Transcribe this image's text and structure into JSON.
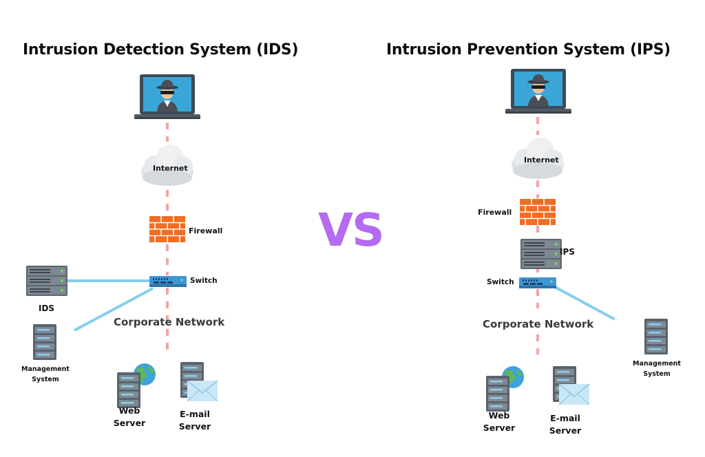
{
  "left": {
    "title": "Intrusion Detection System (IDS)",
    "internet": "Internet",
    "firewall": "Firewall",
    "switch": "Switch",
    "ids": "IDS",
    "network": "Corporate Network",
    "management_line1": "Management",
    "management_line2": "System",
    "web_line1": "Web",
    "web_line2": "Server",
    "email_line1": "E-mail",
    "email_line2": "Server"
  },
  "right": {
    "title": "Intrusion Prevention System (IPS)",
    "internet": "Internet",
    "firewall": "Firewall",
    "ips": "IPS",
    "switch": "Switch",
    "network": "Corporate Network",
    "management_line1": "Management",
    "management_line2": "System",
    "web_line1": "Web",
    "web_line2": "Server",
    "email_line1": "E-mail",
    "email_line2": "Server"
  },
  "vs": "VS",
  "colors": {
    "dash": "#f2a5a5",
    "link": "#86cdee",
    "vs": "#b36bf0",
    "firewall": "#f26d22",
    "switch": "#3f96d6"
  },
  "icons": {
    "laptop": "hacker-laptop-icon",
    "cloud": "cloud-icon",
    "firewall": "firewall-icon",
    "switch": "switch-icon",
    "rack": "server-rack-icon",
    "tower": "server-tower-icon",
    "globe": "globe-icon",
    "mail": "envelope-icon"
  }
}
